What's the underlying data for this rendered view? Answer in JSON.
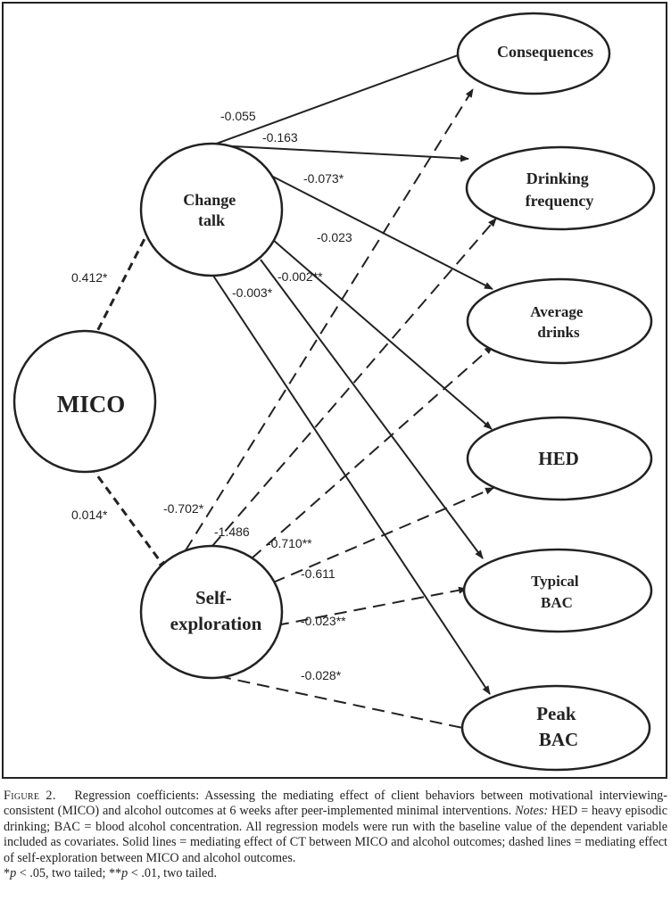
{
  "nodes": {
    "mico": "MICO",
    "change_talk": [
      "Change",
      "talk"
    ],
    "self_exploration": [
      "Self-",
      "exploration"
    ],
    "consequences": [
      "Consequences"
    ],
    "drinking_frequency": [
      "Drinking",
      "frequency"
    ],
    "average_drinks": [
      "Average",
      "drinks"
    ],
    "hed": [
      "HED"
    ],
    "typical_bac": [
      "Typical",
      "BAC"
    ],
    "peak_bac": [
      "Peak",
      "BAC"
    ]
  },
  "edges": {
    "mico_ct": "0.412*",
    "mico_se": "0.014*",
    "ct_consequences": "-0.055",
    "ct_frequency": "-0.163",
    "ct_average": "-0.073*",
    "ct_hed": "-0.023",
    "ct_typical": "-0.002**",
    "ct_peak": "-0.003*",
    "se_consequences": "-0.702*",
    "se_frequency": "-1.486",
    "se_average": "-0.710**",
    "se_hed": "-0.611",
    "se_typical": "-0.023**",
    "se_peak": "-0.028*"
  },
  "caption": {
    "figure_label": "Figure 2.",
    "main": "Regression coefficients: Assessing the mediating effect of client behaviors between motivational interviewing-consistent (MICO) and alcohol outcomes at 6 weeks after peer-implemented minimal interventions.",
    "notes_label": "Notes:",
    "notes": "HED = heavy episodic drinking; BAC = blood alcohol concentration. All regression models were run with the baseline value of the dependent variable included as covariates. Solid lines = mediating effect of CT between MICO and alcohol outcomes; dashed lines = mediating effect of self-exploration between MICO and alcohol outcomes.",
    "sig_p1": "p",
    "sig_text1": " < .05, two tailed; **",
    "sig_p2": "p",
    "sig_text2": " < .01, two tailed.",
    "sig_star": "*"
  }
}
